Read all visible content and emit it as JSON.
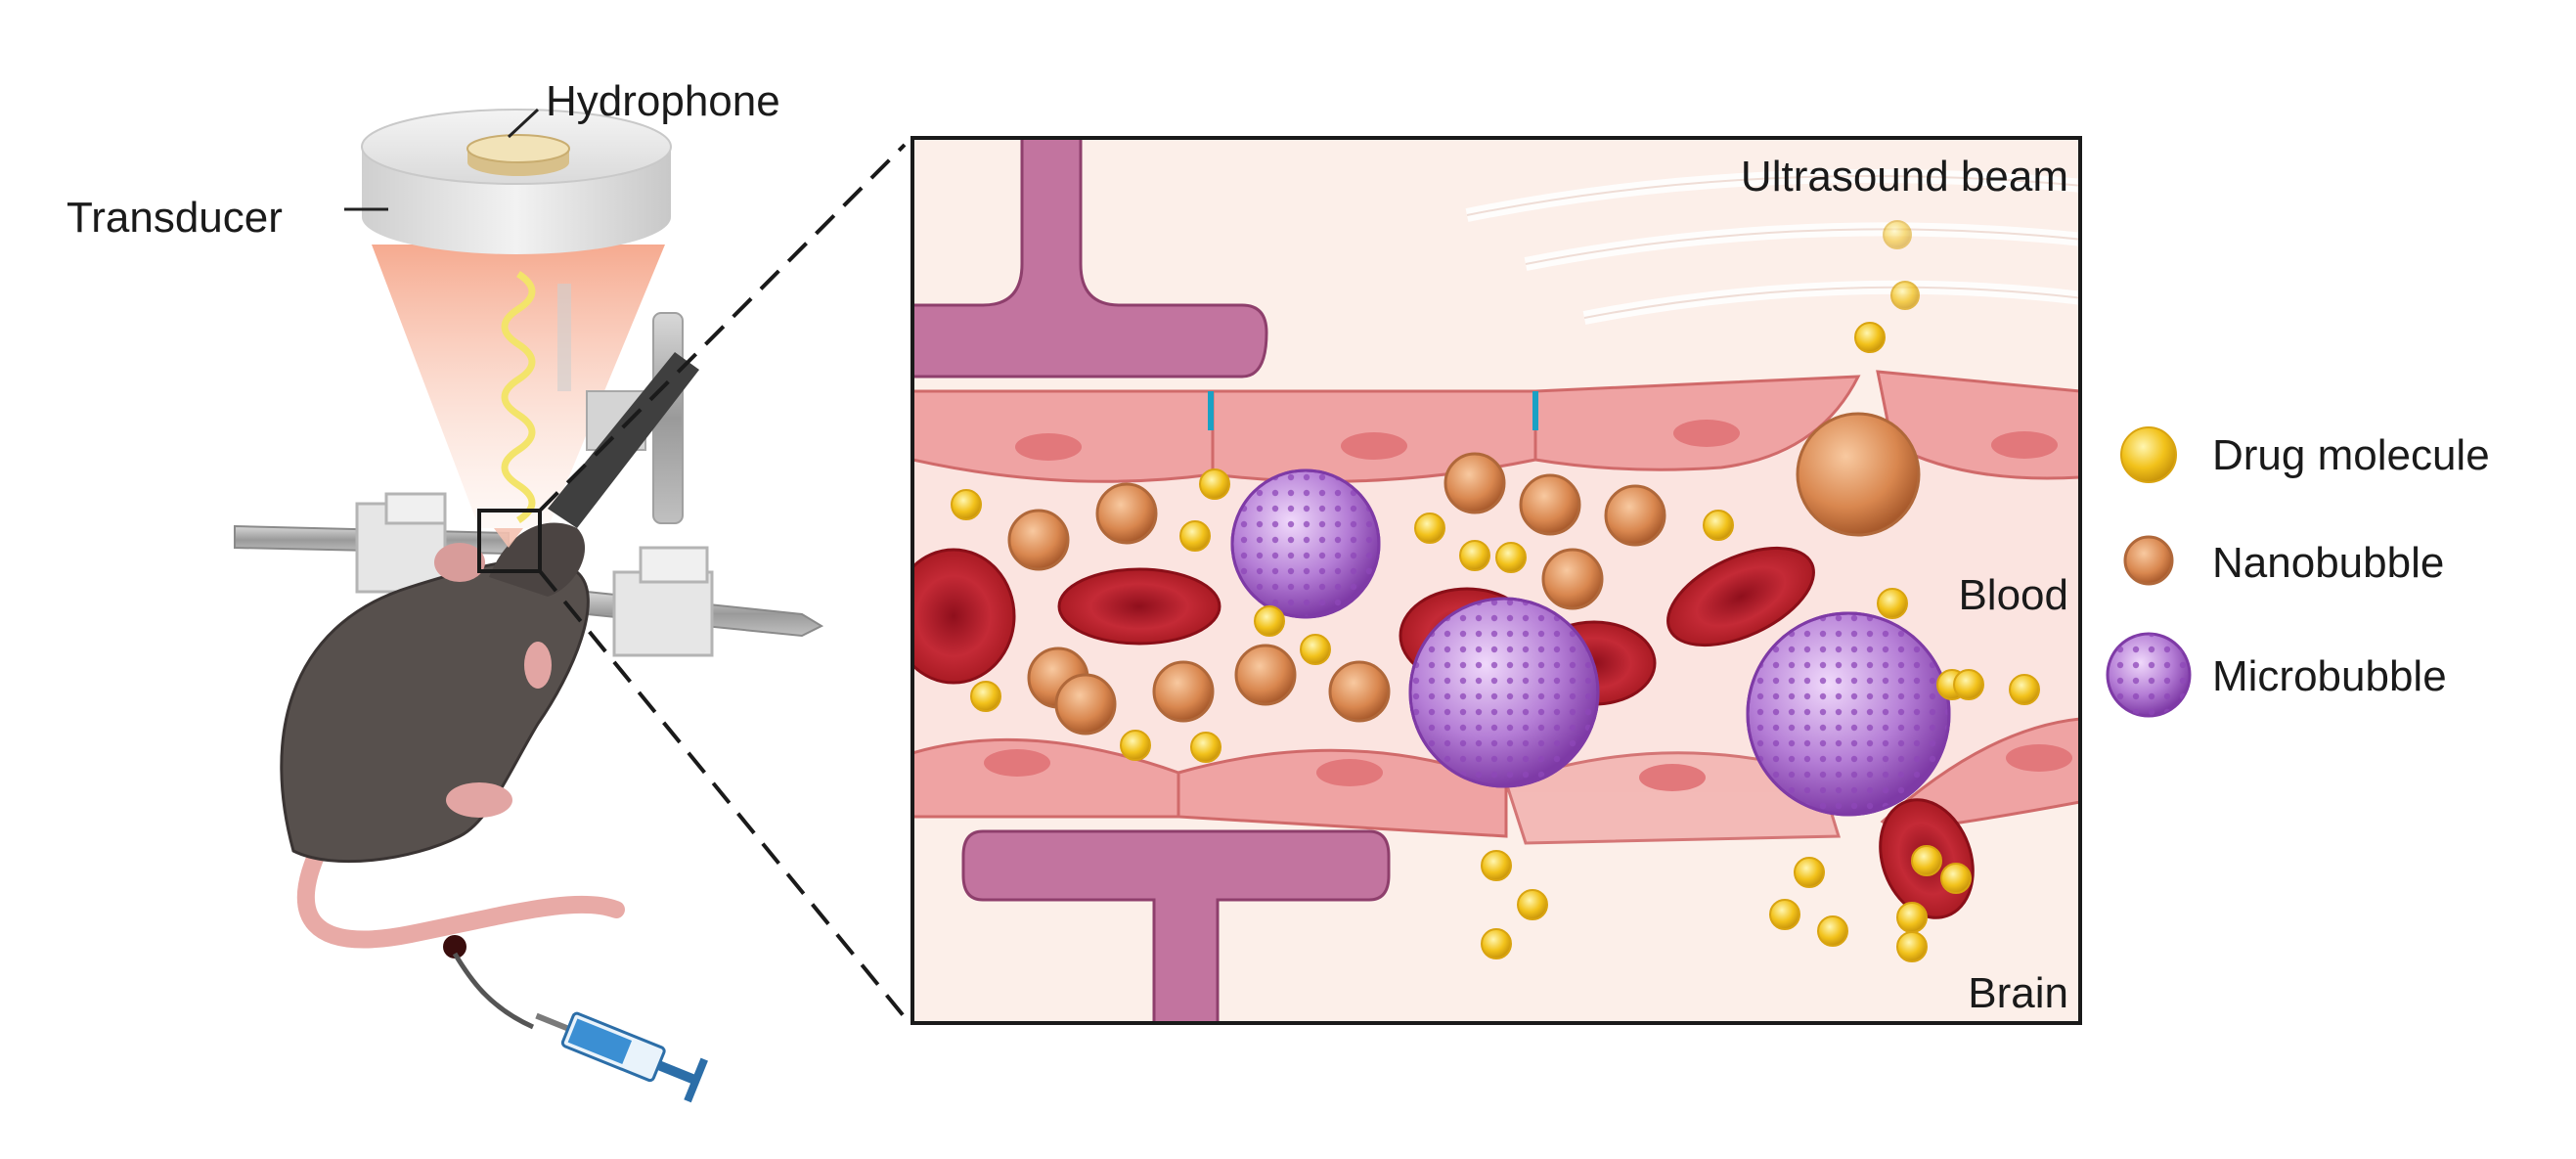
{
  "labels": {
    "hydrophone": "Hydrophone",
    "transducer": "Transducer",
    "ultrasound_beam": "Ultrasound beam",
    "blood": "Blood",
    "brain": "Brain"
  },
  "legend": [
    {
      "icon": "drug-molecule-icon",
      "label": "Drug molecule",
      "color": "#f2c21b"
    },
    {
      "icon": "nanobubble-icon",
      "label": "Nanobubble",
      "color": "#d9874f"
    },
    {
      "icon": "microbubble-icon",
      "label": "Microbubble",
      "color": "#a565c9"
    }
  ],
  "colors": {
    "vessel_wall": "#efa3a3",
    "blood_plasma": "#fbe4e0",
    "brain_tissue": "#fcefe9",
    "red_blood_cell": "#b8202c",
    "neuron": "#c2749f",
    "beam": "#f7b39a",
    "mouse": "#57504d",
    "syringe": "#3b8fd3"
  }
}
